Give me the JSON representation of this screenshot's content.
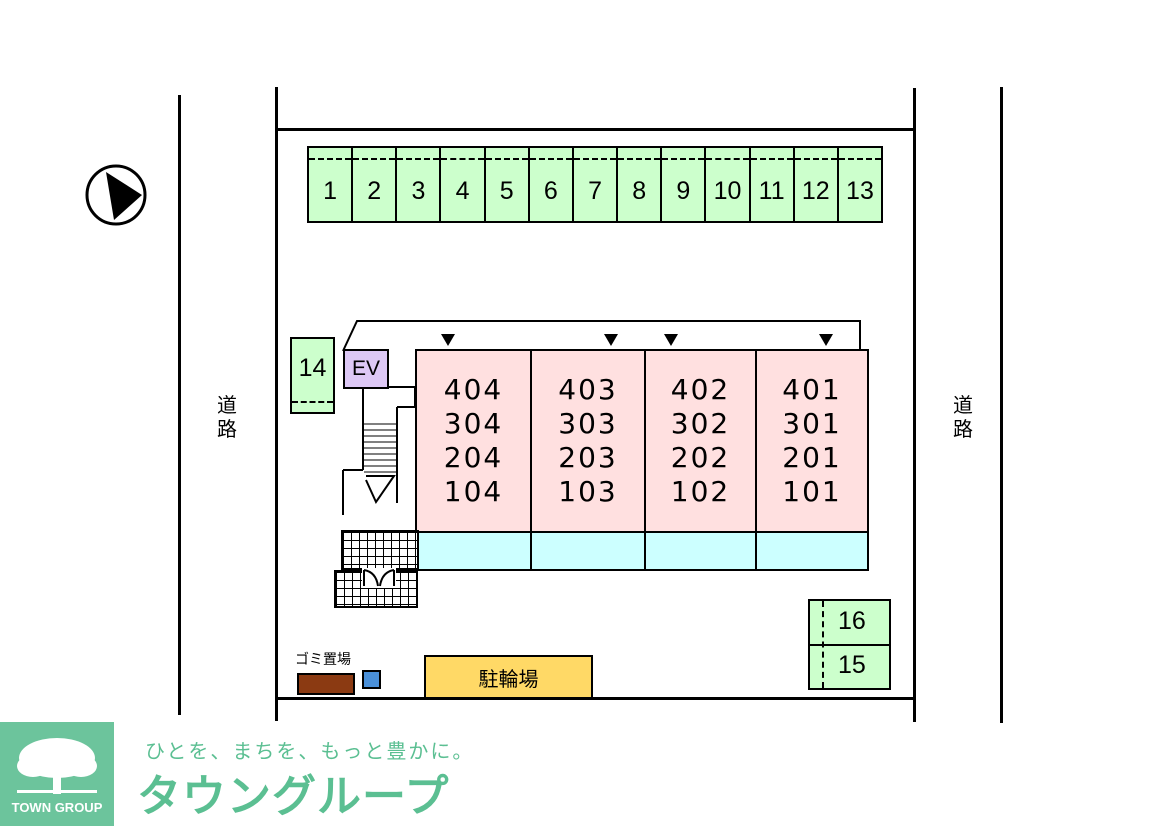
{
  "compass": {
    "icon": "north-arrow-icon"
  },
  "roads": {
    "left": [
      "道",
      "路"
    ],
    "right": [
      "道",
      "路"
    ]
  },
  "parking_row": [
    "1",
    "2",
    "3",
    "4",
    "5",
    "6",
    "7",
    "8",
    "9",
    "10",
    "11",
    "12",
    "13"
  ],
  "parking_extra": {
    "p14": "14",
    "p15": "15",
    "p16": "16"
  },
  "elevator": "EV",
  "units": [
    {
      "rooms": [
        "404",
        "304",
        "204",
        "104"
      ]
    },
    {
      "rooms": [
        "403",
        "303",
        "203",
        "103"
      ]
    },
    {
      "rooms": [
        "402",
        "302",
        "202",
        "102"
      ]
    },
    {
      "rooms": [
        "401",
        "301",
        "201",
        "101"
      ]
    }
  ],
  "garbage": {
    "label": "ゴミ置場"
  },
  "bike": {
    "label": "駐輪場"
  },
  "brand": {
    "logo_text": "TOWN GROUP",
    "slogan": "ひとを、まちを、もっと豊かに。",
    "name": "タウングループ"
  },
  "colors": {
    "parking": "#ccffcc",
    "units": "#ffe0e0",
    "balcony": "#ccffff",
    "elevator": "#ddc8f5",
    "bike": "#ffd966",
    "garbage": "#8b3a12",
    "brand": "#5bbf92"
  }
}
